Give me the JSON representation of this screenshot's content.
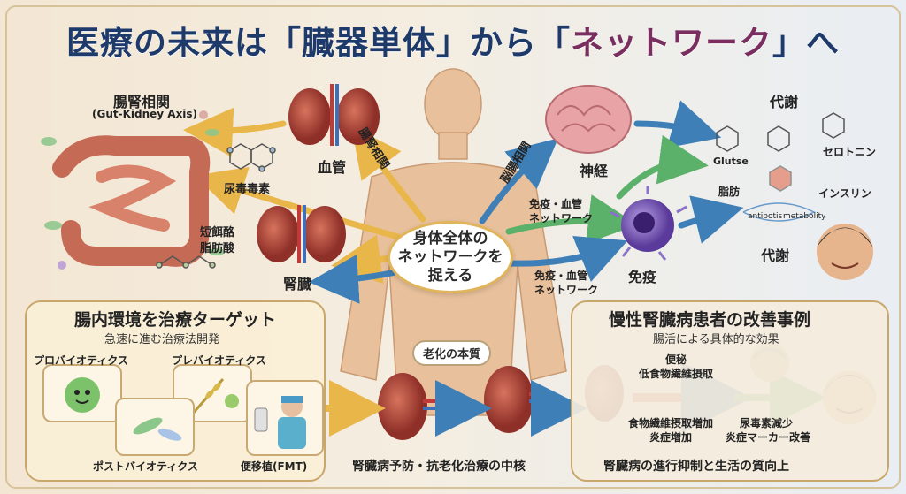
{
  "title": {
    "part1": "医療の未来は「臓器単体」から「",
    "part2": "ネットワーク",
    "part3": "」へ"
  },
  "center": {
    "line1": "身体全体の",
    "line2": "ネットワークを",
    "line3": "捉える"
  },
  "organs": {
    "vessels": "血管",
    "kidney": "腎臓",
    "nerve": "神経",
    "immune": "免疫"
  },
  "gut": {
    "title": "腸腎相関",
    "subtitle": "(Gut-Kidney Axis)",
    "uremic_toxin": "尿毒毒素",
    "scfa_line1": "短餌酪",
    "scfa_line2": "脂肪酸"
  },
  "arrows": {
    "gut_kidney": "腸腎相関",
    "brain_gut": "脳腸相関",
    "immune_vascular_1_line1": "免疫・血管",
    "immune_vascular_1_line2": "ネットワーク",
    "immune_vascular_2_line1": "免疫・血管",
    "immune_vascular_2_line2": "ネットワーク"
  },
  "metabolism": {
    "title_top": "代謝",
    "title_bottom": "代謝",
    "glutse": "Glutse",
    "fat": "脂肪",
    "serotonin": "セロトニン",
    "insulin": "インスリン",
    "antibotis": "antibotis",
    "metabolity": "metabolity"
  },
  "left_panel": {
    "title": "腸内環境を治療ターゲット",
    "subtitle": "急速に進む治療法開発",
    "probiotics": "プロバイオティクス",
    "prebiotics": "プレバイオティクス",
    "postbiotics": "ポストバイオティクス",
    "fmt": "便移植(FMT)"
  },
  "middle": {
    "aging": "老化の本質",
    "caption": "腎臓病予防・抗老化治療の中核"
  },
  "right_panel": {
    "title": "慢性腎臓病患者の改善事例",
    "subtitle": "腸活による具体的な効果",
    "constipation": "便秘",
    "low_fiber": "低食物繊維摂取",
    "fiber_up": "食物繊維摂取増加",
    "inflammation_up": "炎症増加",
    "urea_down": "尿毒素減少",
    "marker_improve": "炎症マーカー改善",
    "caption": "腎臓病の進行抑制と生活の質向上"
  },
  "colors": {
    "title_blue": "#1d3a6b",
    "title_purple": "#7a2d5f",
    "arrow_yellow": "#e9b64a",
    "arrow_blue": "#3f7fb8",
    "arrow_green": "#5bb06a",
    "kidney": "#b1463a"
  }
}
